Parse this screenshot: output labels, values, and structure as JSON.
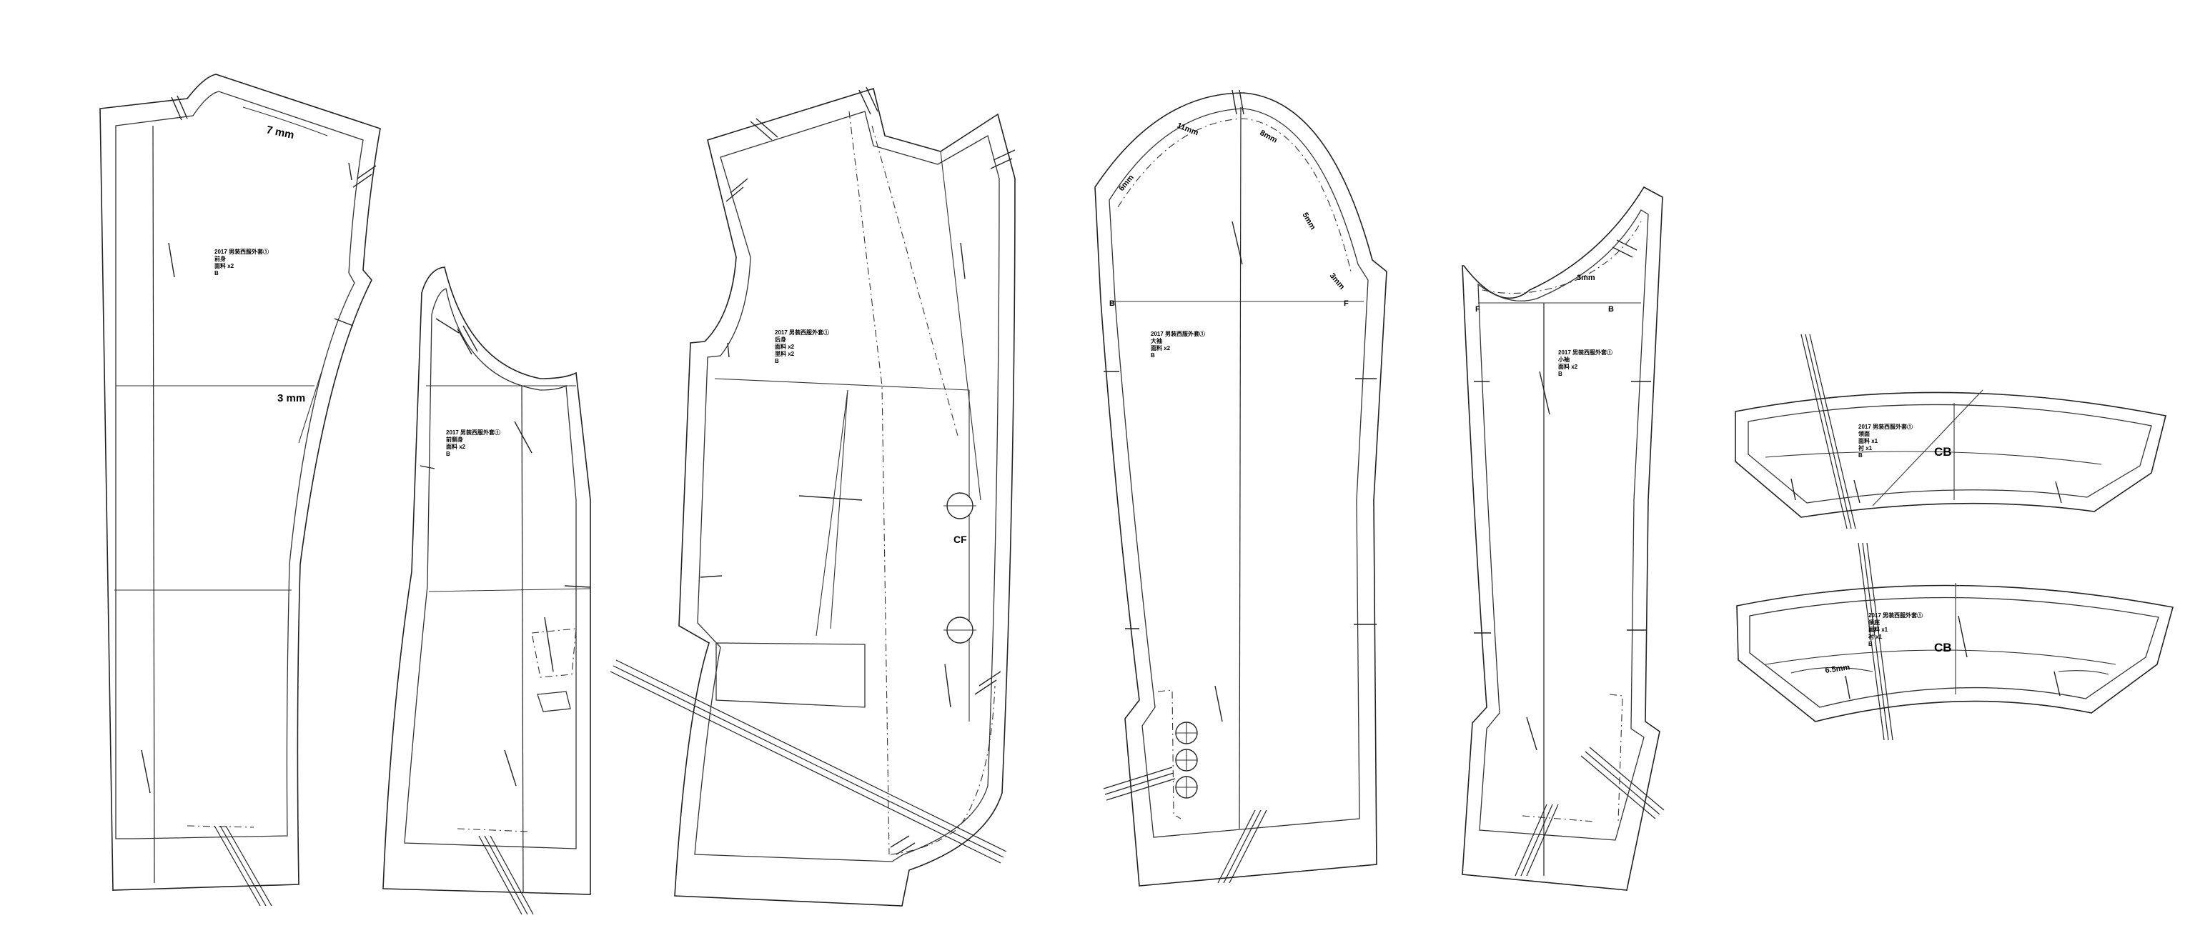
{
  "drawing": {
    "pieces": {
      "front_side_panel": {
        "info_lines": [
          "2017 男装西服外套①",
          "前身",
          "面料  x2",
          "B"
        ],
        "measure_top": "7 mm",
        "measure_side": "3 mm"
      },
      "side_panel": {
        "info_lines": [
          "2017 男装西服外套①",
          "前侧身",
          "面料  x2",
          "B"
        ]
      },
      "back_panel": {
        "info_lines": [
          "2017 男装西服外套①",
          "后身",
          "面料  x2",
          "里料  x2",
          "B"
        ],
        "cf_label": "CF"
      },
      "top_sleeve": {
        "info_lines": [
          "2017 男装西服外套①",
          "大袖",
          "面料  x2",
          "B"
        ],
        "cap_labels": [
          "6mm",
          "11mm",
          "8mm",
          "5mm",
          "3mm"
        ],
        "left_mark": "B",
        "right_mark": "F"
      },
      "under_sleeve": {
        "info_lines": [
          "2017 男装西服外套①",
          "小袖",
          "面料  x2",
          "B"
        ],
        "left_mark": "F",
        "right_mark": "B",
        "cap_label": "3mm"
      },
      "collar_top": {
        "info_lines": [
          "2017 男装西服外套①",
          "领面",
          "面料  x1",
          "衬  x1",
          "B"
        ],
        "cb_label": "CB"
      },
      "collar_bottom": {
        "info_lines": [
          "2017 男装西服外套①",
          "领底",
          "面料  x1",
          "衬  x1",
          "B"
        ],
        "cb_label": "CB",
        "left_label": "6.5mm"
      }
    }
  }
}
